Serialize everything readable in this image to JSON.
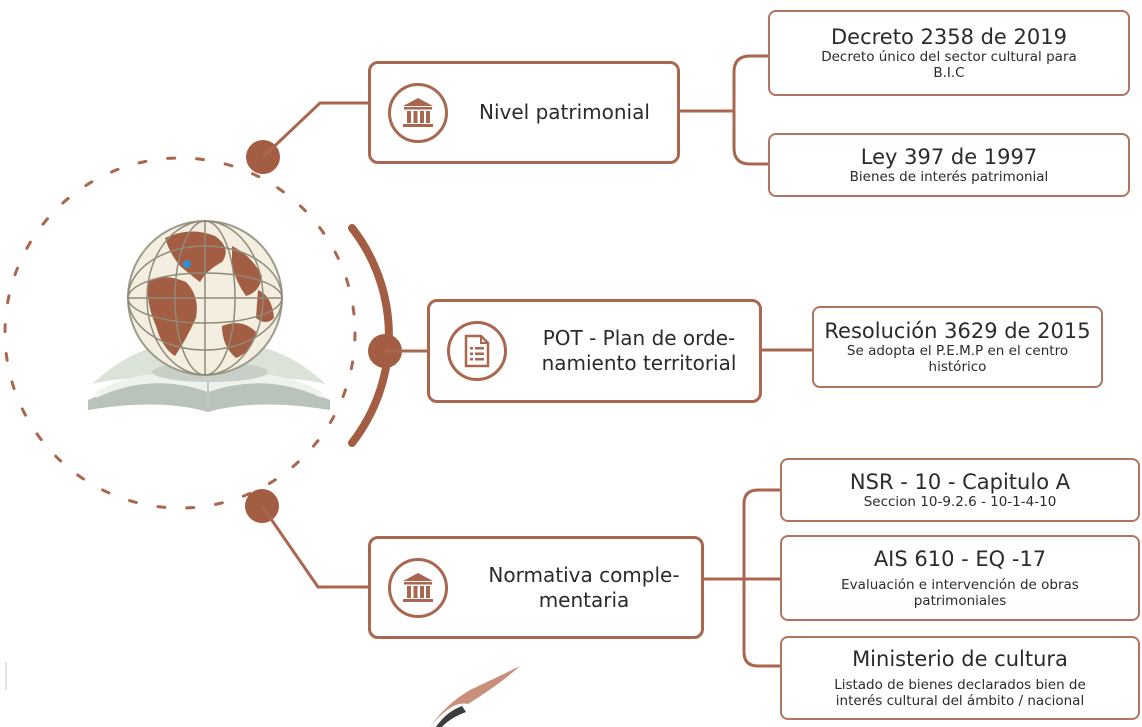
{
  "colors": {
    "accent": "#a9674f",
    "globe_land": "#a35d43",
    "globe_sea": "#f3eedf",
    "book": "#dbe3d9"
  },
  "main_nodes": [
    {
      "label": "Nivel patrimonial",
      "icon": "institution-icon"
    },
    {
      "label_line1": "POT - Plan de orde-",
      "label_line2": "namiento territorial",
      "icon": "document-icon"
    },
    {
      "label_line1": "Normativa comple-",
      "label_line2": "mentaria",
      "icon": "institution-icon"
    }
  ],
  "sub_nodes": {
    "decreto": {
      "title": "Decreto 2358 de 2019",
      "line1": "Decreto único del sector cultural para",
      "line2": "B.I.C"
    },
    "ley": {
      "title": "Ley 397 de 1997",
      "line1": "Bienes de interés patrimonial"
    },
    "resolucion": {
      "title": "Resolución 3629 de 2015",
      "line1": "Se adopta el P.E.M.P en el centro",
      "line2": "histórico"
    },
    "nsr": {
      "title": "NSR - 10  - Capitulo A",
      "line1": "Seccion 10-9.2.6 - 10-1-4-10"
    },
    "ais": {
      "title": "AIS 610 - EQ -17",
      "line1": "Evaluación e intervención de obras",
      "line2": "patrimoniales"
    },
    "ministerio": {
      "title": "Ministerio de cultura",
      "line1": "Listado de bienes declarados  bien de",
      "line2": "interés cultural del ámbito / nacional"
    }
  }
}
